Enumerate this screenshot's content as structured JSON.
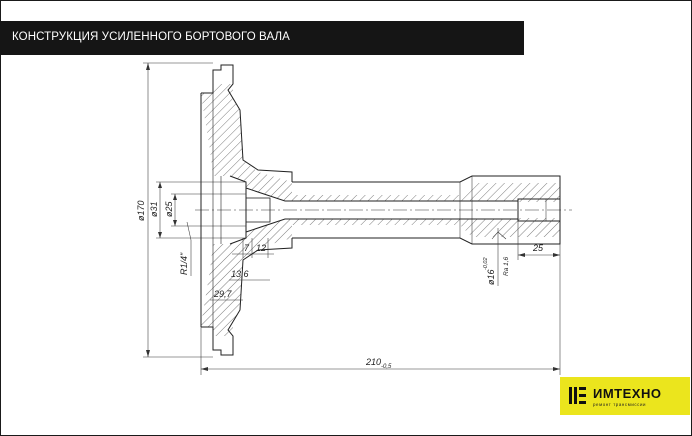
{
  "header": {
    "title": "КОНСТРУКЦИЯ УСИЛЕННОГО БОРТОВОГО ВАЛА"
  },
  "drawing": {
    "dimensions": {
      "d170": "ø170",
      "d31": "ø31",
      "d25": "ø25",
      "thread": "R1/4\"",
      "len7": "7",
      "len12": "12",
      "len13_6": "13,6",
      "len29_7": "29,7",
      "len25": "25",
      "overall_value": "210",
      "overall_tol": "-0,5",
      "d16_value": "ø16",
      "d16_tol": "-0,02",
      "roughness": "Ra 1,6"
    }
  },
  "logo": {
    "name": "ИМТЕХНО",
    "tagline": "ремонт трансмиссии"
  },
  "colors": {
    "header_bg": "#151515",
    "logo_bg": "#ebe51d",
    "line": "#222222"
  }
}
